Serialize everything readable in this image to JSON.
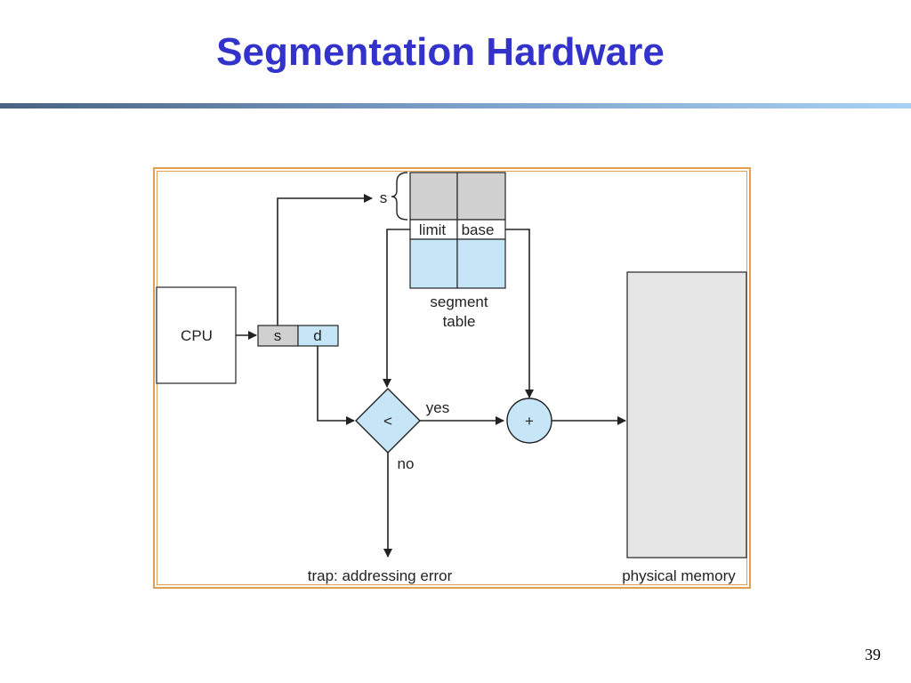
{
  "slide": {
    "title": "Segmentation Hardware",
    "page_number": "39"
  },
  "diagram": {
    "cpu_label": "CPU",
    "address_s_label": "s",
    "address_d_label": "d",
    "segment_selector_label": "s",
    "table_limit_label": "limit",
    "table_base_label": "base",
    "segment_table_label_line1": "segment",
    "segment_table_label_line2": "table",
    "compare_symbol": "<",
    "adder_symbol": "+",
    "yes_label": "yes",
    "no_label": "no",
    "trap_label": "trap: addressing error",
    "memory_label": "physical memory"
  },
  "colors": {
    "title": "#3333cc",
    "frame_border": "#e0a050",
    "gray_cell": "#d0d0d0",
    "blue_cell": "#c6e6f8",
    "memory_fill": "#e6e6e6"
  }
}
